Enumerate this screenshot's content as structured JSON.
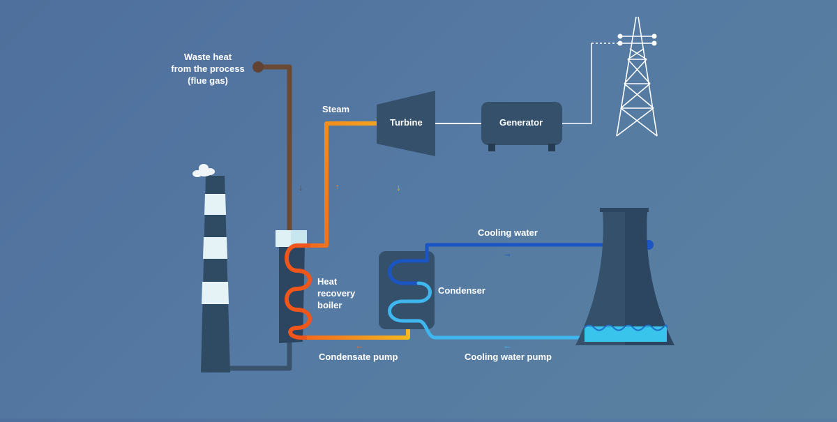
{
  "labels": {
    "waste_heat_line1": "Waste heat",
    "waste_heat_line2": "from the process",
    "waste_heat_line3": "(flue gas)",
    "steam": "Steam",
    "turbine": "Turbine",
    "generator": "Generator",
    "heat_recovery_line1": "Heat",
    "heat_recovery_line2": "recovery",
    "heat_recovery_line3": "boiler",
    "condenser": "Condenser",
    "cooling_water": "Cooling water",
    "condensate_pump": "Condensate pump",
    "cooling_water_pump": "Cooling water pump"
  },
  "arrows": {
    "flue_down": "↓",
    "steam_up": "↑",
    "exhaust_down": "↓",
    "cooling_right": "→",
    "condensate_left": "←",
    "pump_left": "←"
  },
  "colors": {
    "flue_gas": "#6b4a35",
    "steam": "#f57c1f",
    "exhaust": "#f3b51c",
    "boiler_coil": "#f0561a",
    "cooling_hot": "#1b55c4",
    "cooling_cold": "#3fb6ee",
    "equipment": "#34506a",
    "equipment_dark": "#2c4560",
    "stack_white": "#e6f3f6",
    "basin_water": "#39c4ec",
    "power_line": "#ffffff"
  }
}
